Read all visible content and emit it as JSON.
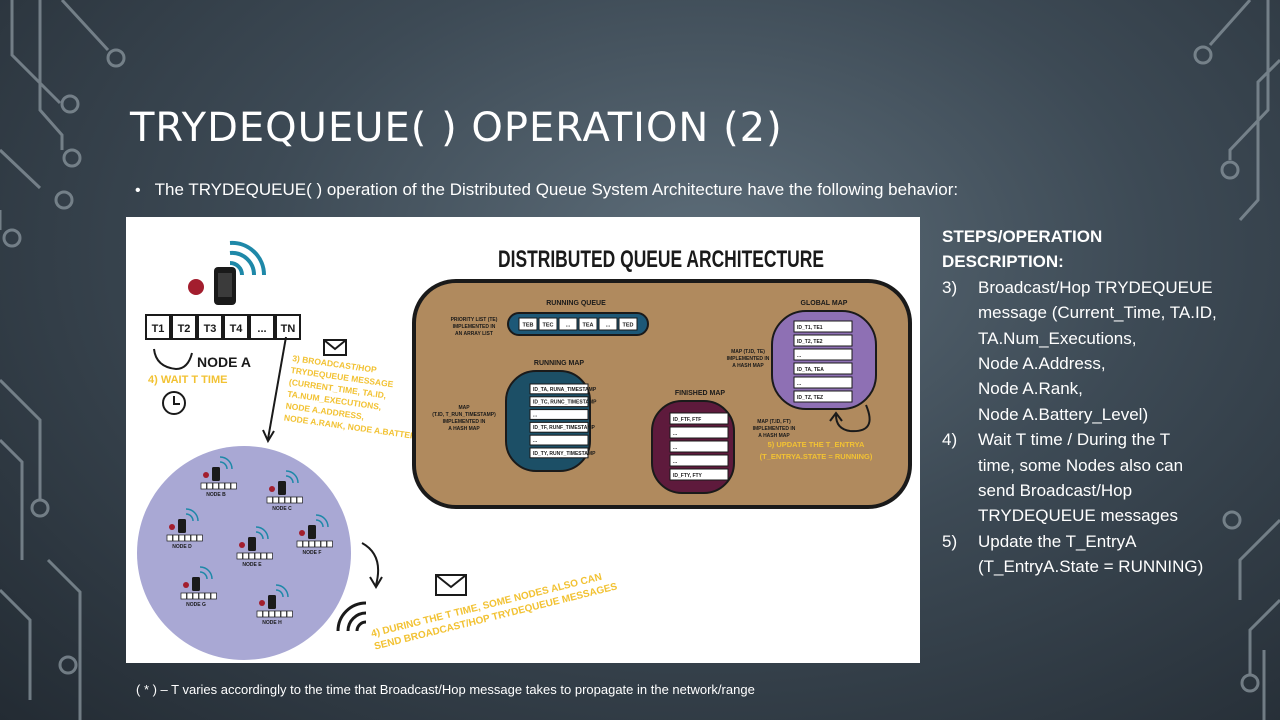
{
  "slide": {
    "title": "TRYDEQUEUE( ) OPERATION (2)",
    "bullet": "The TRYDEQUEUE( ) operation of the Distributed Queue System Architecture have the following behavior:",
    "footnote": "( * ) – T varies accordingly to the time that Broadcast/Hop message takes to propagate in the network/range"
  },
  "figure": {
    "title": "DISTRIBUTED QUEUE ARCHITECTURE",
    "node_a_slots": [
      "T1",
      "T2",
      "T3",
      "T4",
      "...",
      "TN"
    ],
    "node_a_label": "NODE A",
    "wait_label": "4) WAIT T TIME",
    "broadcast_note": [
      "3) BROADCAST/HOP",
      "TRYDEQUEUE MESSAGE",
      "(CURRENT_TIME, TA.ID,",
      "TA.NUM_EXECUTIONS,",
      "NODE A.ADDRESS,",
      "NODE A.RANK, NODE A.BATTERY_LEVEL)"
    ],
    "during_note": [
      "4) DURING THE T TIME, SOME NODES ALSO CAN",
      "SEND BROADCAST/HOP TRYDEQUEUE MESSAGES"
    ],
    "network_nodes": [
      "NODE B",
      "NODE C",
      "NODE D",
      "NODE E",
      "NODE F",
      "NODE G",
      "NODE H"
    ],
    "running_queue": {
      "label": "RUNNING QUEUE",
      "desc": [
        "PRIORITY LIST (TE)",
        "IMPLEMENTED IN",
        "AN ARRAY LIST"
      ],
      "cells": [
        "TEB",
        "TEC",
        "...",
        "TEA",
        "...",
        "TED"
      ]
    },
    "running_map": {
      "label": "RUNNING MAP",
      "desc": [
        "MAP",
        "(T.ID, T_RUN_TIMESTAMP)",
        "IMPLEMENTED IN",
        "A HASH MAP"
      ],
      "rows": [
        "ID_TA, RUNA_TIMESTAMP",
        "ID_TC, RUNC_TIMESTAMP",
        "...",
        "ID_TF, RUNF_TIMESTAMP",
        "...",
        "ID_TY, RUNY_TIMESTAMP"
      ]
    },
    "finished_map": {
      "label": "FINISHED MAP",
      "desc": [
        "MAP (T.ID, FT)",
        "IMPLEMENTED IN",
        "A HASH MAP"
      ],
      "rows": [
        "ID_FTF, FTF",
        "...",
        "...",
        "...",
        "ID_FTY, FTY"
      ]
    },
    "global_map": {
      "label": "GLOBAL MAP",
      "desc": [
        "MAP (T.ID, TE)",
        "IMPLEMENTED IN",
        "A HASH MAP"
      ],
      "rows": [
        "ID_T1, TE1",
        "ID_T2, TE2",
        "...",
        "ID_TA, TEA",
        "...",
        "ID_TZ, TEZ"
      ]
    },
    "update_note": [
      "5) UPDATE THE T_ENTRYA",
      "(T_ENTRYA.STATE = RUNNING)"
    ]
  },
  "steps": {
    "heading": [
      "STEPS/OPERATION",
      "DESCRIPTION:"
    ],
    "items": [
      {
        "num": "3)",
        "lines": [
          "Broadcast/Hop TRYDEQUEUE",
          "message (Current_Time, TA.ID,",
          "TA.Num_Executions,",
          "Node A.Address,",
          "Node A.Rank,",
          "Node A.Battery_Level)"
        ]
      },
      {
        "num": "4)",
        "lines": [
          "Wait T time / During the T",
          "time, some Nodes also can",
          "send Broadcast/Hop",
          "TRYDEQUEUE messages"
        ]
      },
      {
        "num": "5)",
        "lines": [
          "Update the T_EntryA",
          "(T_EntryA.State = RUNNING)"
        ]
      }
    ]
  },
  "colors": {
    "container": "#b08a5e",
    "running_queue": "#1d5877",
    "running_map": "#1c4f66",
    "finished_map": "#5e1a3c",
    "global_map": "#8e70b4",
    "network": "#a9a8d4",
    "annotation": "#f2c233"
  }
}
